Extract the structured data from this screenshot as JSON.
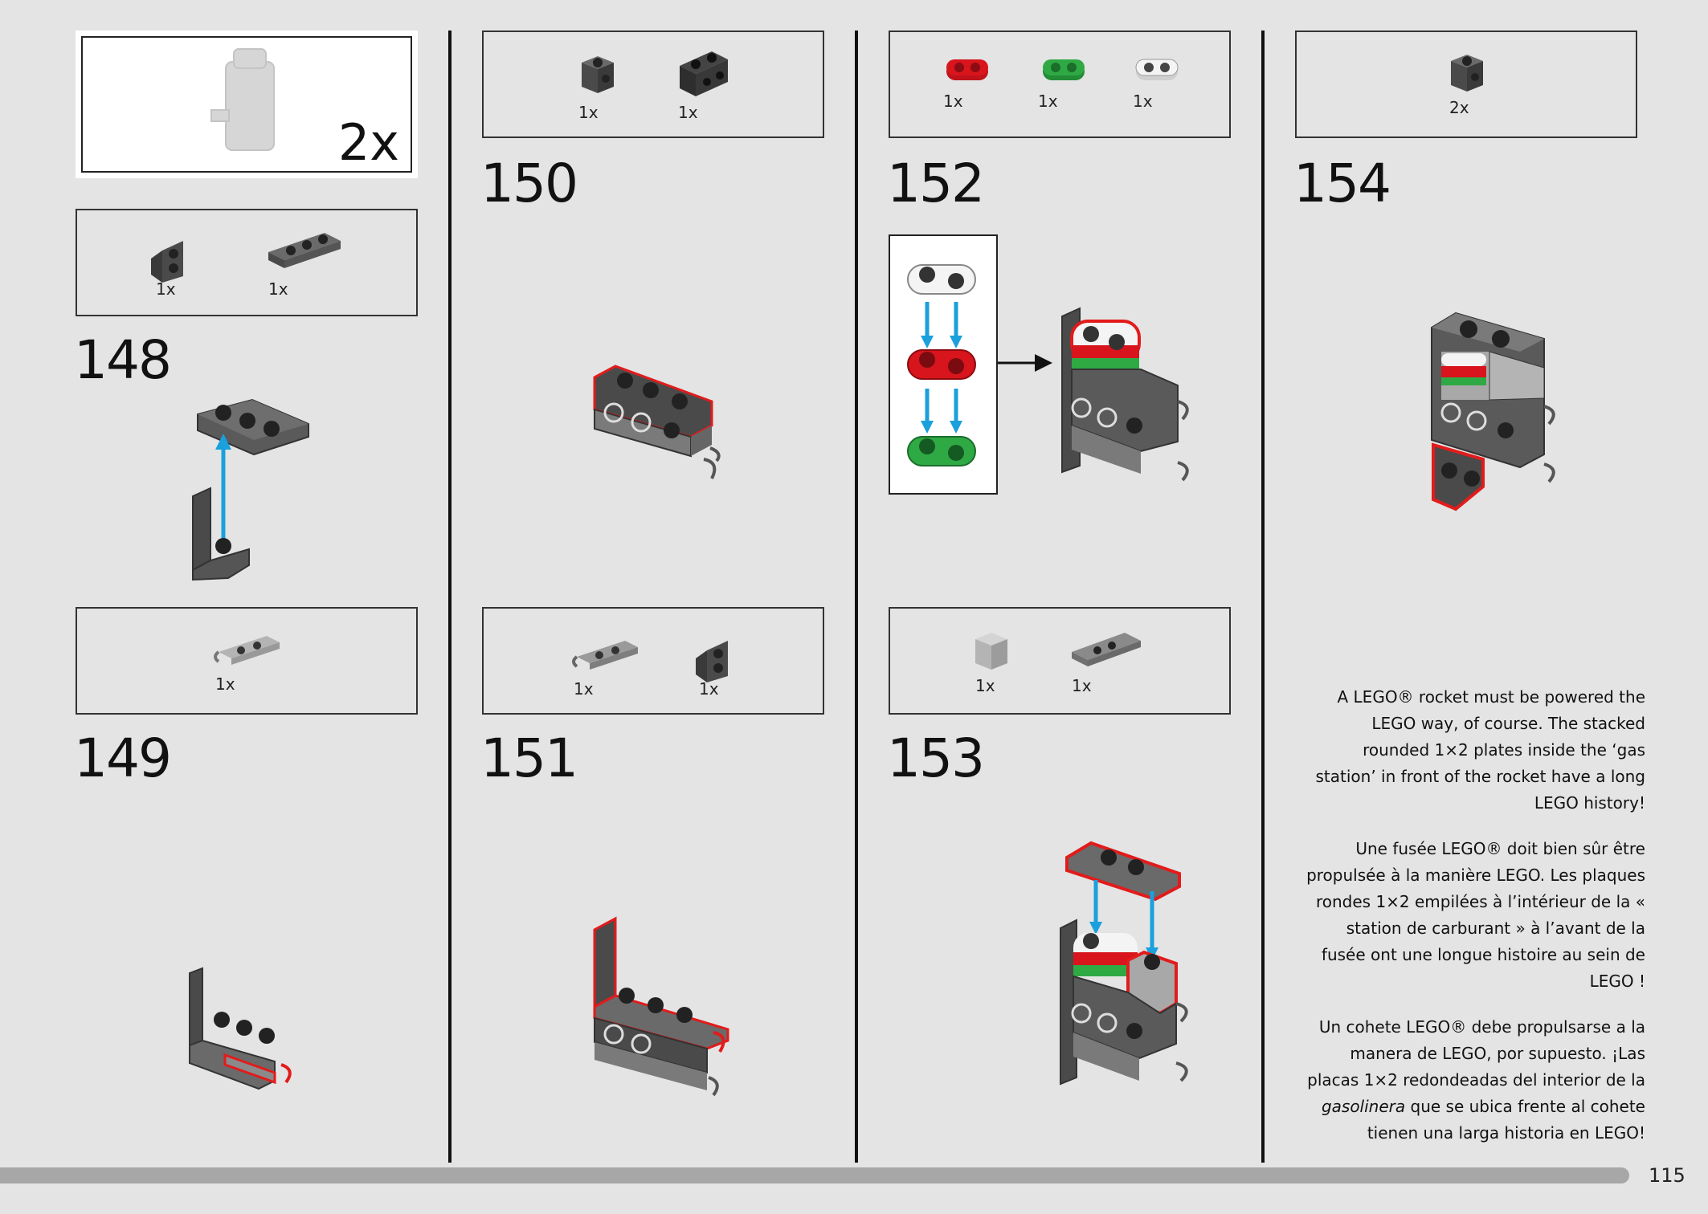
{
  "page": {
    "number": "115"
  },
  "subassembly": {
    "multiplier": "2x"
  },
  "steps": [
    {
      "number": "148",
      "parts": [
        {
          "qty": "1x",
          "name": "bracket-1x2"
        },
        {
          "qty": "1x",
          "name": "plate-1x3"
        }
      ]
    },
    {
      "number": "149",
      "parts": [
        {
          "qty": "1x",
          "name": "plate-clip"
        }
      ]
    },
    {
      "number": "150",
      "parts": [
        {
          "qty": "1x",
          "name": "brick-1x1-stud"
        },
        {
          "qty": "1x",
          "name": "brick-1x2-studs"
        }
      ]
    },
    {
      "number": "151",
      "parts": [
        {
          "qty": "1x",
          "name": "plate-clip"
        },
        {
          "qty": "1x",
          "name": "bracket-1x2"
        }
      ]
    },
    {
      "number": "152",
      "parts": [
        {
          "qty": "1x",
          "name": "round-plate-red"
        },
        {
          "qty": "1x",
          "name": "round-plate-green"
        },
        {
          "qty": "1x",
          "name": "round-plate-white"
        }
      ]
    },
    {
      "number": "153",
      "parts": [
        {
          "qty": "1x",
          "name": "brick-1x1-light"
        },
        {
          "qty": "1x",
          "name": "plate-1x4-jumper"
        }
      ]
    },
    {
      "number": "154",
      "parts": [
        {
          "qty": "2x",
          "name": "brick-1x1-stud"
        }
      ]
    }
  ],
  "description": {
    "en": "A LEGO® rocket must be powered the LEGO way, of course. The stacked rounded 1×2 plates inside the ‘gas station’ in front of the rocket have a long LEGO history!",
    "fr": "Une fusée LEGO® doit bien sûr être propulsée à la manière LEGO. Les plaques rondes 1×2 empilées à l’intérieur de la « station de carburant » à l’avant de la fusée ont une longue histoire au sein de LEGO !",
    "es_before": "Un cohete LEGO® debe propulsarse a la manera de LEGO, por supuesto. ¡Las placas 1×2 redondeadas del interior de la ",
    "es_italic": "gasolinera",
    "es_after": " que se ubica frente al cohete tienen una larga historia en LEGO!"
  },
  "colors": {
    "dark_gray": "#5a5a5a",
    "light_gray": "#a9a9a9",
    "red": "#d8141c",
    "green": "#2fa944",
    "white": "#f4f4f4",
    "arrow_blue": "#1aa0dc",
    "highlight_red": "#e21b1b"
  }
}
